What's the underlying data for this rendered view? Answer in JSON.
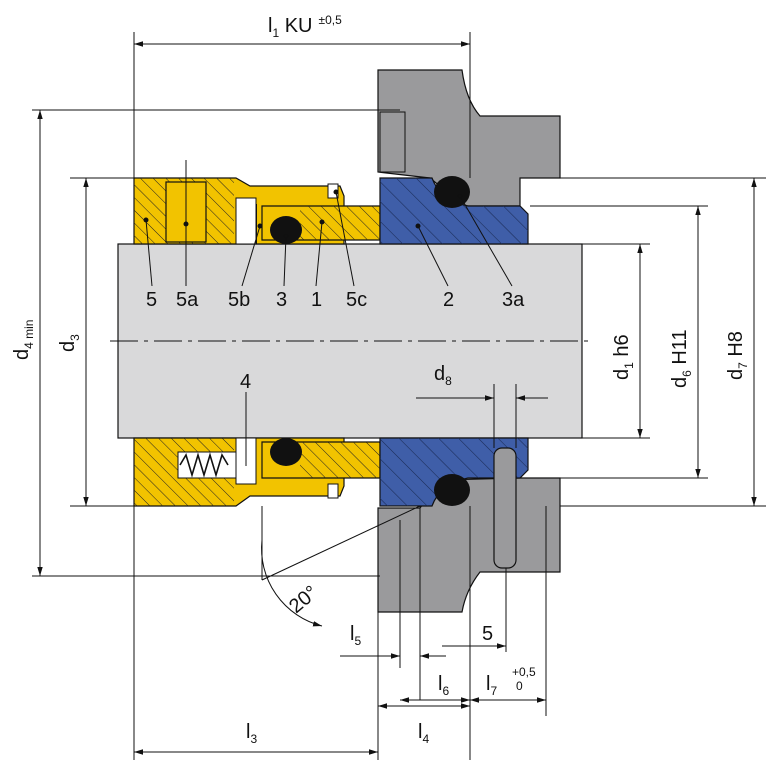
{
  "colors": {
    "shaft": "#d9d9da",
    "housing": "#9a9a9c",
    "stationary_seat": "#3f5ea8",
    "rotating_parts": "#f2c300",
    "oring": "#111111",
    "line": "#111111"
  },
  "dimensions": {
    "l1": {
      "main": "l",
      "sub": "1",
      "text": " KU",
      "tol": "±0,5"
    },
    "d4": {
      "main": "d",
      "sub": "4 min"
    },
    "d3": {
      "main": "d",
      "sub": "3"
    },
    "d1": {
      "main": "d",
      "sub": "1",
      "text": " h6"
    },
    "d6": {
      "main": "d",
      "sub": "6",
      "text": " H11"
    },
    "d7": {
      "main": "d",
      "sub": "7",
      "text": " H8"
    },
    "d8": {
      "main": "d",
      "sub": "8"
    },
    "l3": {
      "main": "l",
      "sub": "3"
    },
    "l4": {
      "main": "l",
      "sub": "4"
    },
    "l5": {
      "main": "l",
      "sub": "5"
    },
    "l6": {
      "main": "l",
      "sub": "6"
    },
    "l7": {
      "main": "l",
      "sub": "7",
      "tol_upper": "+0,5",
      "tol_lower": "0"
    },
    "five": "5",
    "angle": "20°"
  },
  "parts": {
    "p5": "5",
    "p5a": "5a",
    "p5b": "5b",
    "p3": "3",
    "p1": "1",
    "p5c": "5c",
    "p2": "2",
    "p3a": "3a",
    "p4": "4"
  }
}
